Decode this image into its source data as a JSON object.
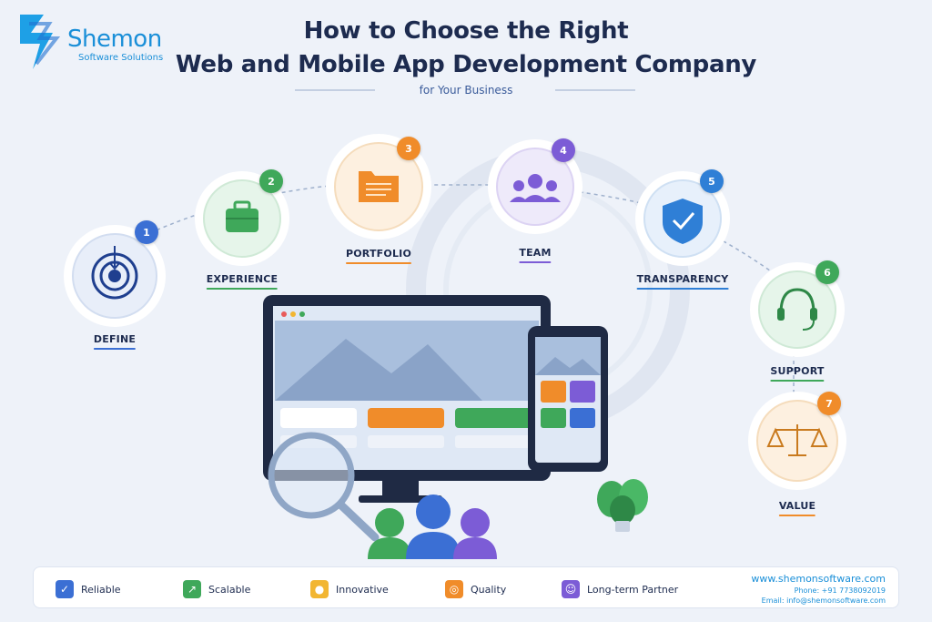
{
  "brand": {
    "name": "Shemon",
    "tagline": "Software Solutions"
  },
  "header": {
    "title_line1": "How to Choose the Right",
    "title_line2": "Web and Mobile App Development Company",
    "subtitle": "for Your Business"
  },
  "steps": [
    {
      "number": "1",
      "label": "DEFINE",
      "icon": "target-icon",
      "color": "#3b6fd4"
    },
    {
      "number": "2",
      "label": "EXPERIENCE",
      "icon": "briefcase-icon",
      "color": "#3fa85a"
    },
    {
      "number": "3",
      "label": "PORTFOLIO",
      "icon": "folder-icon",
      "color": "#f08c2a"
    },
    {
      "number": "4",
      "label": "TEAM",
      "icon": "team-icon",
      "color": "#7c5cd6"
    },
    {
      "number": "5",
      "label": "TRANSPARENCY",
      "icon": "shield-check-icon",
      "color": "#2f7fd6"
    },
    {
      "number": "6",
      "label": "SUPPORT",
      "icon": "headset-icon",
      "color": "#3fa85a"
    },
    {
      "number": "7",
      "label": "VALUE",
      "icon": "scale-icon",
      "color": "#f08c2a"
    }
  ],
  "features": [
    {
      "label": "Reliable",
      "icon": "check-icon",
      "color": "#3b6fd4"
    },
    {
      "label": "Scalable",
      "icon": "trend-up-icon",
      "color": "#3fa85a"
    },
    {
      "label": "Innovative",
      "icon": "lightbulb-icon",
      "color": "#f2b632"
    },
    {
      "label": "Quality",
      "icon": "target-icon",
      "color": "#f08c2a"
    },
    {
      "label": "Long-term Partner",
      "icon": "people-icon",
      "color": "#7c5cd6"
    }
  ],
  "contact": {
    "website": "www.shemonsoftware.com",
    "phone": "Phone: +91 7738092019",
    "email": "Email: info@shemonsoftware.com"
  }
}
